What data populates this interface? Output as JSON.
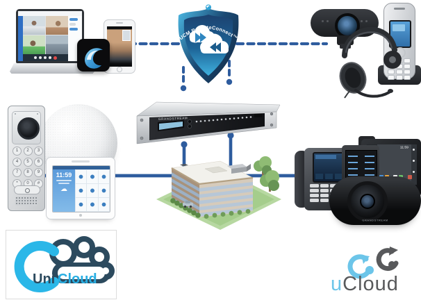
{
  "shield": {
    "title": "UCM RemoteConnect™"
  },
  "ucm": {
    "brand": "GRANDSTREAM"
  },
  "speakerphone": {
    "brand": "GRANDSTREAM"
  },
  "touch_panel": {
    "time": "11:59"
  },
  "video_phone": {
    "time": "11:59"
  },
  "intercom": {
    "keys": [
      "1",
      "2",
      "3",
      "4",
      "5",
      "6",
      "7",
      "8",
      "9",
      "*",
      "0",
      "#"
    ]
  },
  "unicloud": {
    "uni": "Uni",
    "cloud": "Cloud"
  },
  "ucloud": {
    "u": "u",
    "cloud": "Cloud"
  },
  "colors": {
    "connection_blue": "#2E5C9E",
    "shield_navy": "#16324F",
    "shield_cyan": "#49B8E2",
    "unicloud_navy": "#2C4A5E",
    "unicloud_cyan": "#29AEE2",
    "ucloud_blue": "#6CC5E9",
    "ucloud_gray": "#58595B"
  }
}
